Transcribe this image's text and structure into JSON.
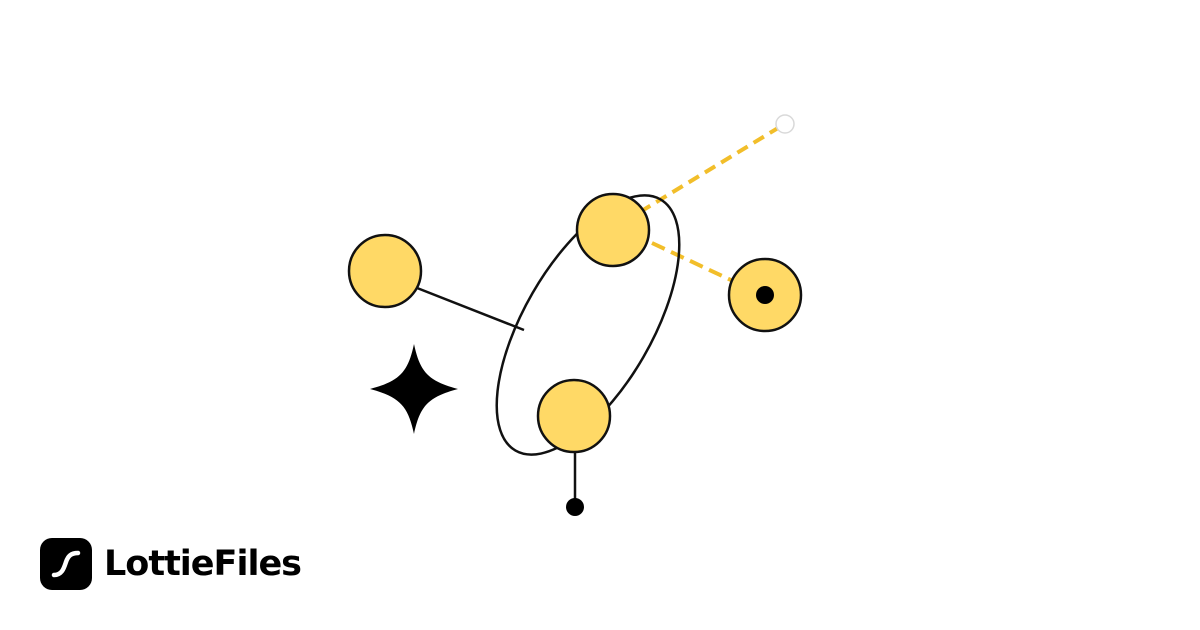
{
  "brand": {
    "name": "LottieFiles",
    "logo_icon": "lottie-logo-icon"
  },
  "illustration": {
    "icons": [
      "sparkle-icon",
      "orbit-ring",
      "node-circle",
      "target-node",
      "anchor-dot",
      "dashed-connector"
    ],
    "colors": {
      "node_fill": "#FFD966",
      "stroke": "#111111",
      "dash": "#F2BE2A",
      "background": "#FFFFFF"
    }
  }
}
